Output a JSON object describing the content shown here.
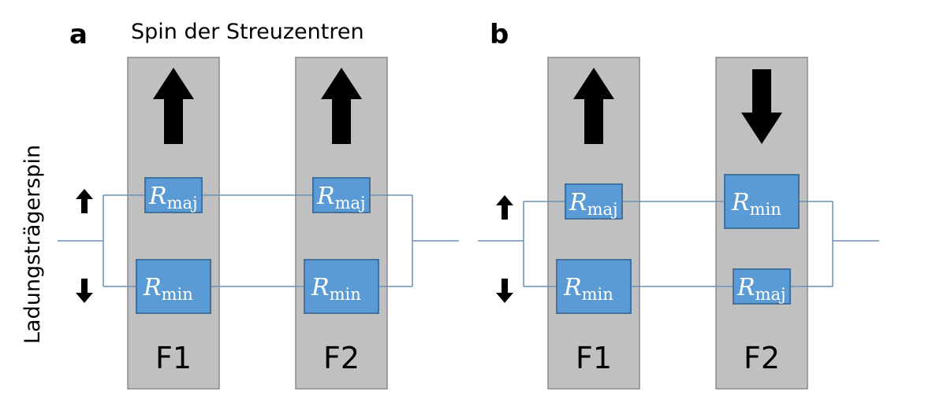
{
  "title": "Spin der Streuzentren",
  "y_axis_label": "Ladungsträgerspin",
  "colors": {
    "layer_fill": "#c0c0c0",
    "layer_stroke": "#8a8a8a",
    "resistor_fill": "#5b9bd5",
    "resistor_stroke": "#41719c",
    "wire": "#6b8fb8",
    "arrow": "#000000"
  },
  "panels": [
    {
      "letter": "a",
      "layers": [
        {
          "name": "F1",
          "spin": "up"
        },
        {
          "name": "F2",
          "spin": "up"
        }
      ],
      "carrier_spins": [
        "up",
        "down"
      ],
      "resistors": {
        "top": [
          {
            "symbol": "R",
            "subscript": "maj"
          },
          {
            "symbol": "R",
            "subscript": "maj"
          }
        ],
        "bottom": [
          {
            "symbol": "R",
            "subscript": "min"
          },
          {
            "symbol": "R",
            "subscript": "min"
          }
        ]
      }
    },
    {
      "letter": "b",
      "layers": [
        {
          "name": "F1",
          "spin": "up"
        },
        {
          "name": "F2",
          "spin": "down"
        }
      ],
      "carrier_spins": [
        "up",
        "down"
      ],
      "resistors": {
        "top": [
          {
            "symbol": "R",
            "subscript": "maj"
          },
          {
            "symbol": "R",
            "subscript": "min"
          }
        ],
        "bottom": [
          {
            "symbol": "R",
            "subscript": "min"
          },
          {
            "symbol": "R",
            "subscript": "maj"
          }
        ]
      }
    }
  ]
}
